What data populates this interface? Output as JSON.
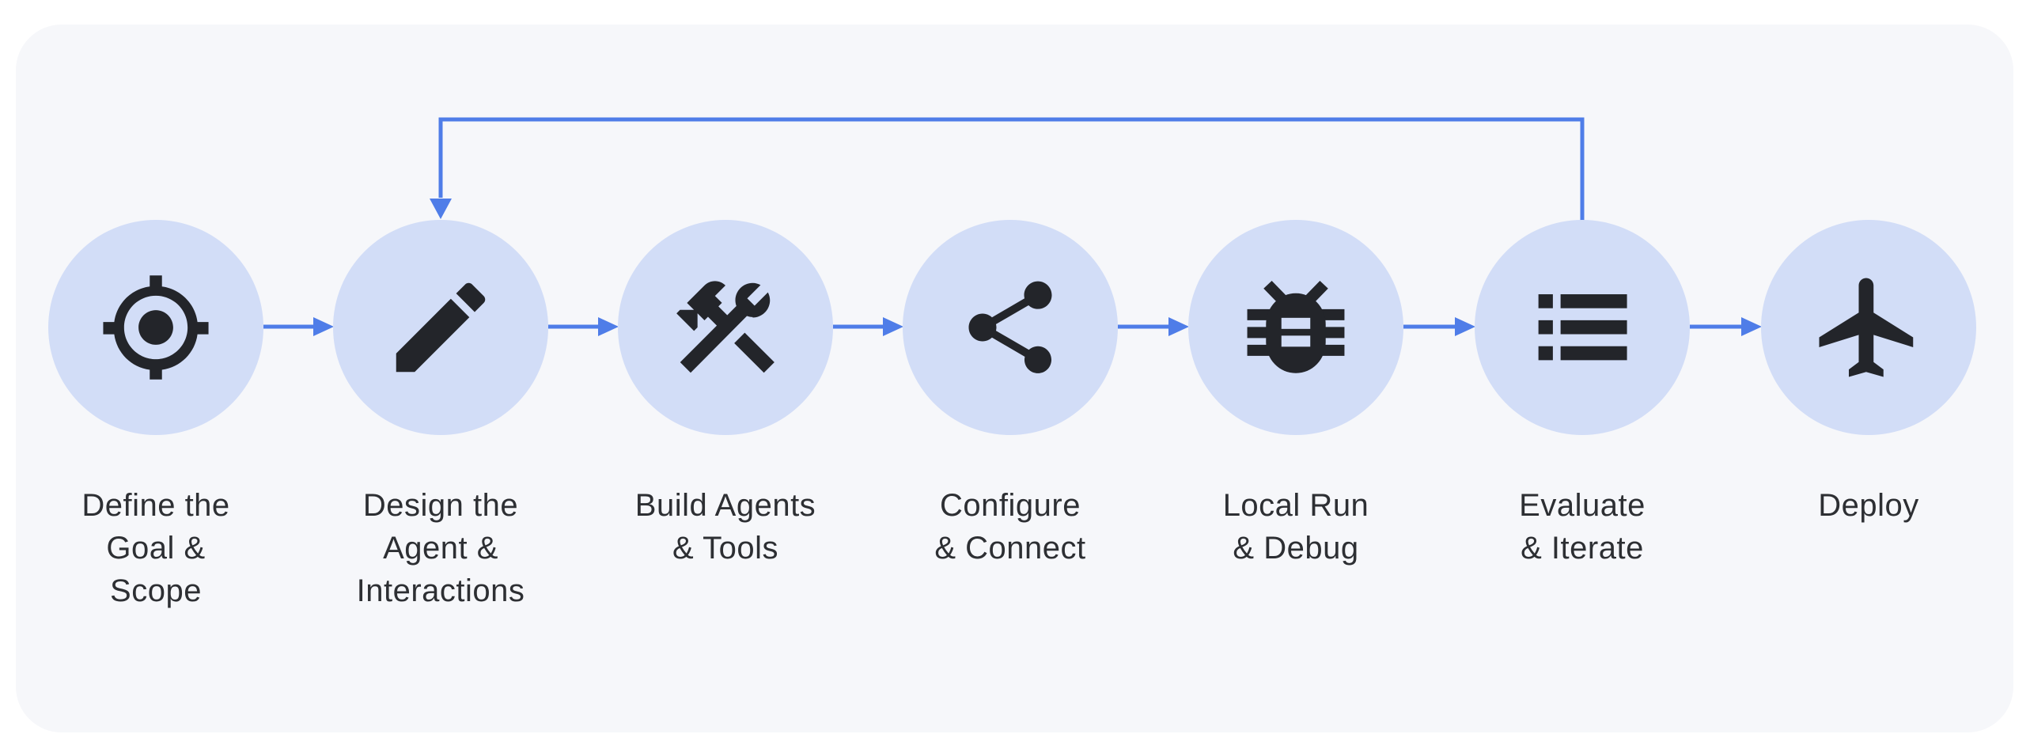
{
  "diagram": {
    "type": "workflow-flowchart",
    "colors": {
      "page_background": "#ffffff",
      "card_background": "#f6f7fa",
      "circle_fill": "#d2ddf7",
      "icon_color": "#23252a",
      "arrow_blue": "#4f7de8",
      "label_text": "#2d2f33"
    },
    "steps": [
      {
        "label": "Define the\nGoal &\nScope",
        "icon": "target-icon"
      },
      {
        "label": "Design the\nAgent &\nInteractions",
        "icon": "pencil-icon"
      },
      {
        "label": "Build Agents\n& Tools",
        "icon": "tools-icon"
      },
      {
        "label": "Configure\n& Connect",
        "icon": "share-icon"
      },
      {
        "label": "Local Run\n& Debug",
        "icon": "bug-icon"
      },
      {
        "label": "Evaluate\n& Iterate",
        "icon": "list-icon"
      },
      {
        "label": "Deploy",
        "icon": "plane-icon"
      }
    ],
    "flow": {
      "direction": "left-to-right",
      "forward_arrow_count": 6,
      "feedback_loop": {
        "from": "Evaluate & Iterate",
        "to": "Design the Agent & Interactions"
      }
    }
  }
}
